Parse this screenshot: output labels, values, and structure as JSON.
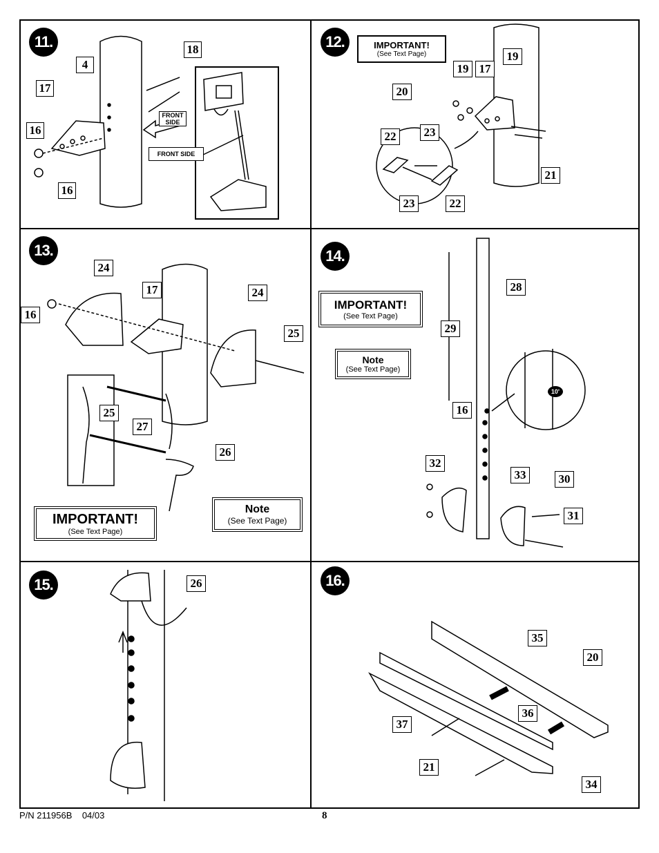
{
  "steps": [
    "11.",
    "12.",
    "13.",
    "14.",
    "15.",
    "16."
  ],
  "panel11": {
    "callouts": [
      "4",
      "18",
      "17",
      "16",
      "16"
    ],
    "front_side_arrow": "FRONT SIDE",
    "front_side_label": "FRONT SIDE"
  },
  "panel12": {
    "important_title": "IMPORTANT!",
    "important_sub": "(See Text Page)",
    "callouts": [
      "19",
      "17",
      "19",
      "20",
      "23",
      "22",
      "21",
      "23",
      "22"
    ]
  },
  "panel13": {
    "callouts": [
      "24",
      "17",
      "24",
      "16",
      "25",
      "25",
      "27",
      "26"
    ],
    "important_title": "IMPORTANT!",
    "important_sub": "(See Text Page)",
    "note_title": "Note",
    "note_sub": "(See Text Page)"
  },
  "panel14": {
    "important_title": "IMPORTANT!",
    "important_sub": "(See Text Page)",
    "note_title": "Note",
    "note_sub": "(See Text Page)",
    "callouts": [
      "28",
      "29",
      "16",
      "32",
      "33",
      "30",
      "31"
    ],
    "height_mark": "10'"
  },
  "panel15": {
    "callouts": [
      "26"
    ]
  },
  "panel16": {
    "callouts": [
      "35",
      "20",
      "36",
      "37",
      "21",
      "34"
    ]
  },
  "footer": {
    "part_number": "P/N 211956B",
    "date": "04/03",
    "page": "8"
  }
}
